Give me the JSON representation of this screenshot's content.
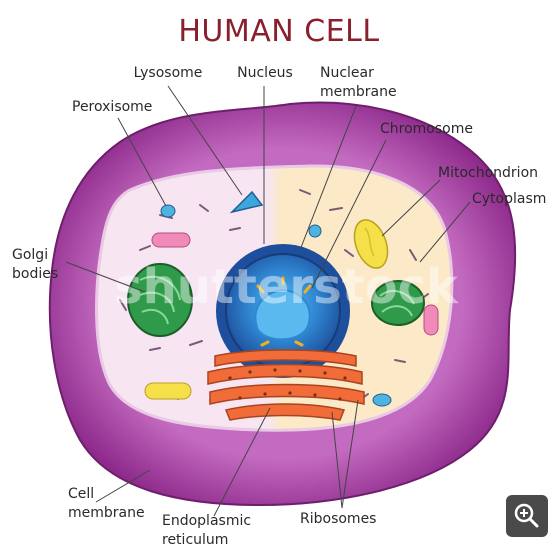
{
  "title": "HUMAN CELL",
  "labels": {
    "lysosome": "Lysosome",
    "nucleus": "Nucleus",
    "nuclear_membrane": "Nuclear\nmembrane",
    "peroxisome": "Peroxisome",
    "chromosome": "Chromosome",
    "mitochondrion": "Mitochondrion",
    "cytoplasm": "Cytoplasm",
    "golgi_bodies": "Golgi\nbodies",
    "cell_membrane": "Cell\nmembrane",
    "endoplasmic_reticulum": "Endoplasmic\nreticulum",
    "ribosomes": "Ribosomes"
  },
  "watermark": "shutterstock",
  "controls": {
    "zoom_icon": "zoom-in-icon"
  },
  "colors": {
    "title": "#8a1f2e",
    "membrane_outer": "#8e2a8c",
    "membrane_inner": "#c36bc0",
    "cytoplasm_left": "#f7e6f2",
    "cytoplasm_right": "#fbe9c8",
    "nucleus_outer": "#1e4f9c",
    "nucleus_inner": "#2f86d1",
    "nucleolus": "#5ab9ee",
    "er": "#f26c3a",
    "golgi": "#2f9a4a",
    "mitochondrion_yellow": "#f6e04a"
  }
}
